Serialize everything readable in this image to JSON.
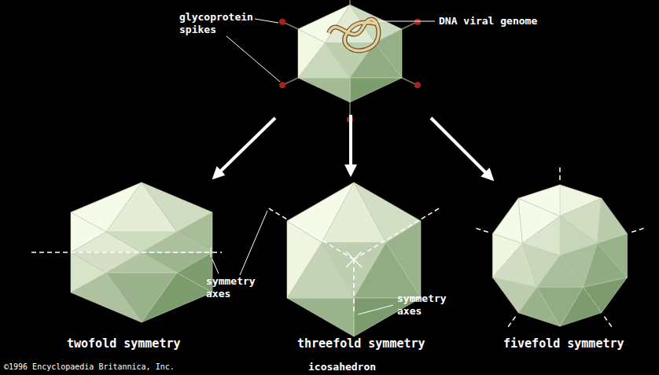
{
  "diagram": {
    "labels": [
      "glycoprotein spikes",
      "DNA viral genome",
      "symmetry axes",
      "symmetry axes",
      "twofold symmetry",
      "threefold symmetry",
      "fivefold symmetry",
      "©1996 Encyclopaedia Britannica, Inc.",
      "icosahedron"
    ]
  }
}
